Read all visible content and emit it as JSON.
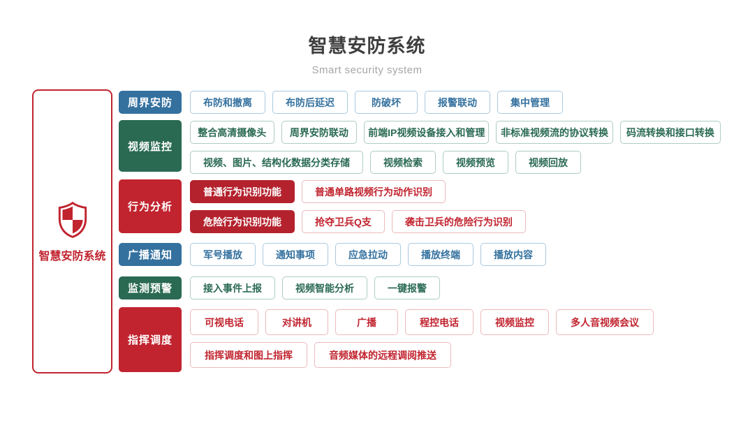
{
  "header": {
    "title": "智慧安防系统",
    "subtitle": "Smart security system"
  },
  "root": {
    "label": "智慧安防系统",
    "icon": "shield-icon"
  },
  "colors": {
    "blue": "#34719f",
    "green": "#2a6a53",
    "red": "#c1242f",
    "red_solid": "#b4222d"
  },
  "groups": [
    {
      "id": "perimeter",
      "label": "周界安防",
      "color": "blue",
      "rows": [
        [
          "布防和撤离",
          "布防后延迟",
          "防破坏",
          "报警联动",
          "集中管理"
        ]
      ]
    },
    {
      "id": "video",
      "label": "视频监控",
      "color": "green",
      "rows": [
        [
          "整合高清摄像头",
          "周界安防联动",
          "前端IP视频设备接入和管理",
          "非标准视频流的协议转换",
          "码流转换和接口转换"
        ],
        [
          "视频、图片、结构化数据分类存储",
          "视频检索",
          "视频预览",
          "视频回放"
        ]
      ]
    },
    {
      "id": "behavior",
      "label": "行为分析",
      "color": "red",
      "rows": [
        [
          {
            "text": "普通行为识别功能",
            "solid": true
          },
          "普通单路视频行为动作识别"
        ],
        [
          {
            "text": "危险行为识别功能",
            "solid": true
          },
          "抢夺卫兵Q支",
          "袭击卫兵的危险行为识别"
        ]
      ]
    },
    {
      "id": "broadcast",
      "label": "广播通知",
      "color": "blue",
      "rows": [
        [
          "军号播放",
          "通知事项",
          "应急拉动",
          "播放终端",
          "播放内容"
        ]
      ]
    },
    {
      "id": "monitor",
      "label": "监测预警",
      "color": "green",
      "rows": [
        [
          "接入事件上报",
          "视频智能分析",
          "一键报警"
        ]
      ]
    },
    {
      "id": "dispatch",
      "label": "指挥调度",
      "color": "red",
      "rows": [
        [
          "可视电话",
          "对讲机",
          "广播",
          "程控电话",
          "视频监控",
          "多人音视频会议"
        ],
        [
          "指挥调度和图上指挥",
          "音频媒体的远程调阅推送"
        ]
      ]
    }
  ]
}
